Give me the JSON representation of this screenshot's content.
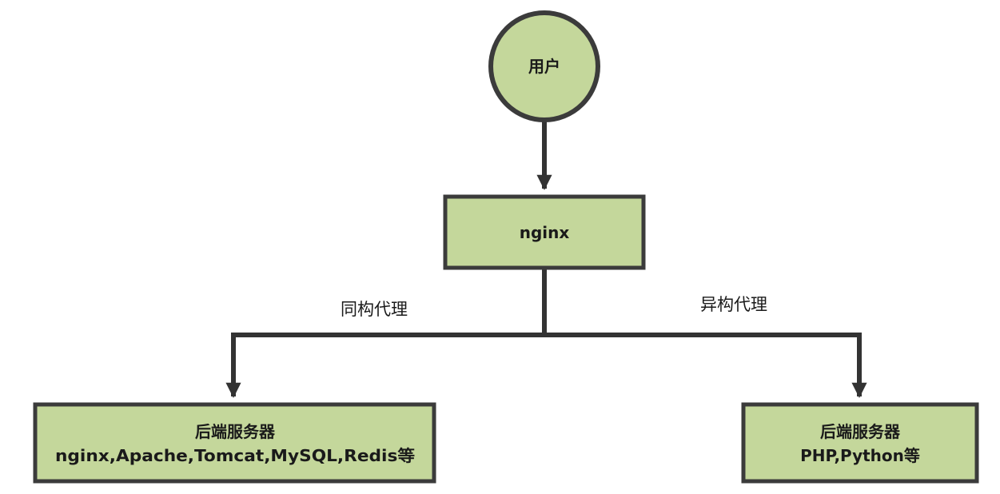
{
  "colors": {
    "node_fill": "#c4d79b",
    "node_border": "#3b3b3b",
    "edge": "#333333",
    "text": "#1a1a1a"
  },
  "nodes": {
    "user": {
      "label": "用户",
      "shape": "circle"
    },
    "nginx": {
      "label": "nginx",
      "shape": "rectangle"
    },
    "backend_left": {
      "title": "后端服务器",
      "detail": "nginx,Apache,Tomcat,MySQL,Redis等",
      "shape": "rectangle"
    },
    "backend_right": {
      "title": "后端服务器",
      "detail": "PHP,Python等",
      "shape": "rectangle"
    }
  },
  "edges": {
    "user_to_nginx": {
      "from": "user",
      "to": "nginx",
      "label": ""
    },
    "nginx_to_left": {
      "from": "nginx",
      "to": "backend_left",
      "label": "同构代理"
    },
    "nginx_to_right": {
      "from": "nginx",
      "to": "backend_right",
      "label": "异构代理"
    }
  }
}
